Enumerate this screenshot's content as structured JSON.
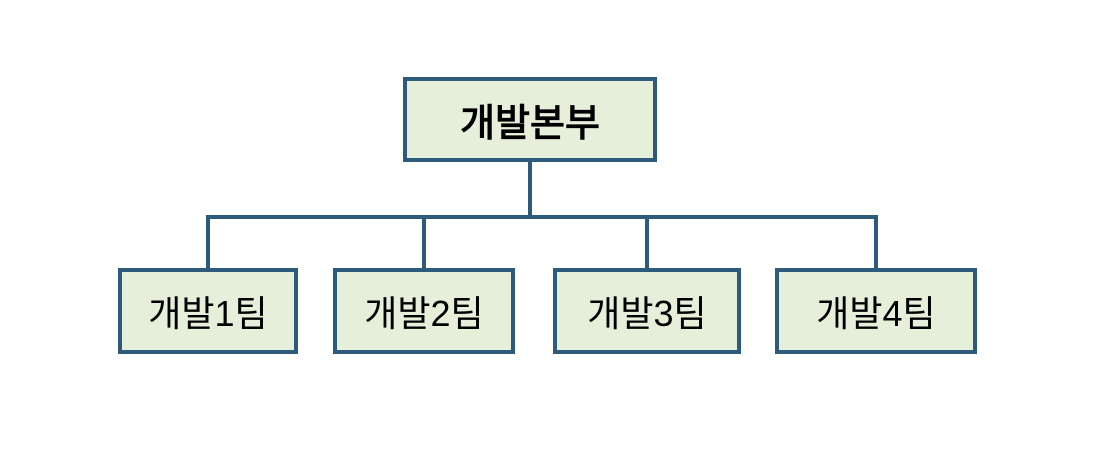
{
  "chart": {
    "type": "org-chart",
    "root": {
      "label": "개발본부"
    },
    "children": [
      {
        "label": "개발1팀"
      },
      {
        "label": "개발2팀"
      },
      {
        "label": "개발3팀"
      },
      {
        "label": "개발4팀"
      }
    ],
    "colors": {
      "box_fill": "#e5efda",
      "box_border": "#2e5b7b",
      "connector": "#2e5b7b",
      "text": "#000000",
      "background": "#ffffff"
    }
  }
}
